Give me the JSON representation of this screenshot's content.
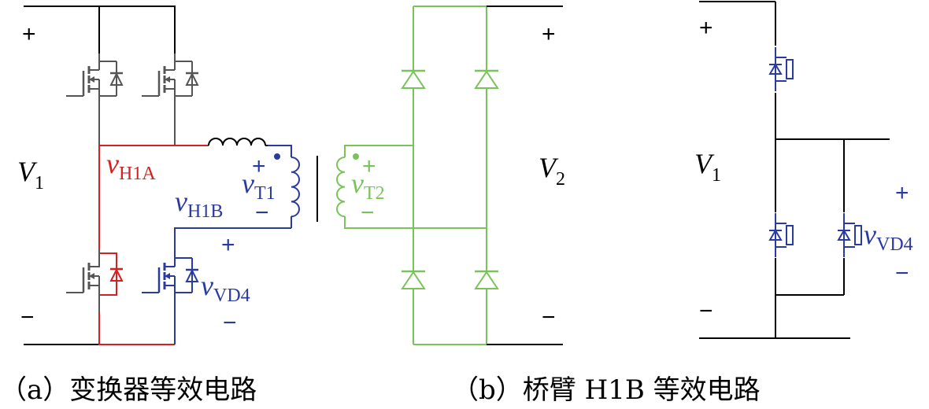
{
  "colors": {
    "black": "#000000",
    "gray": "#555555",
    "red": "#d42020",
    "blue": "#2a3b9f",
    "green": "#79c35a"
  },
  "labels": {
    "a_plus": "+",
    "a_minus": "−",
    "a_v1_main": "V",
    "a_v1_sub": "1",
    "vh1a_main": "v",
    "vh1a_sub": "H1A",
    "vh1b_main": "v",
    "vh1b_sub": "H1B",
    "vt1_plus": "+",
    "vt1_minus": "−",
    "vt1_main": "v",
    "vt1_sub": "T1",
    "vt2_plus": "+",
    "vt2_minus": "−",
    "vt2_main": "v",
    "vt2_sub": "T2",
    "vd4_plus": "+",
    "vd4_minus": "−",
    "vd4_main": "v",
    "vd4_sub": "VD4",
    "v2_plus": "+",
    "v2_minus": "−",
    "v2_main": "V",
    "v2_sub": "2",
    "b_plus": "+",
    "b_minus": "−",
    "b_v1_main": "V",
    "b_v1_sub": "1",
    "b_vd4_plus": "+",
    "b_vd4_minus": "−",
    "b_vd4_main": "v",
    "b_vd4_sub": "VD4"
  },
  "captions": {
    "a": "（a）变换器等效电路",
    "b": "（b）桥臂 H1B 等效电路"
  }
}
